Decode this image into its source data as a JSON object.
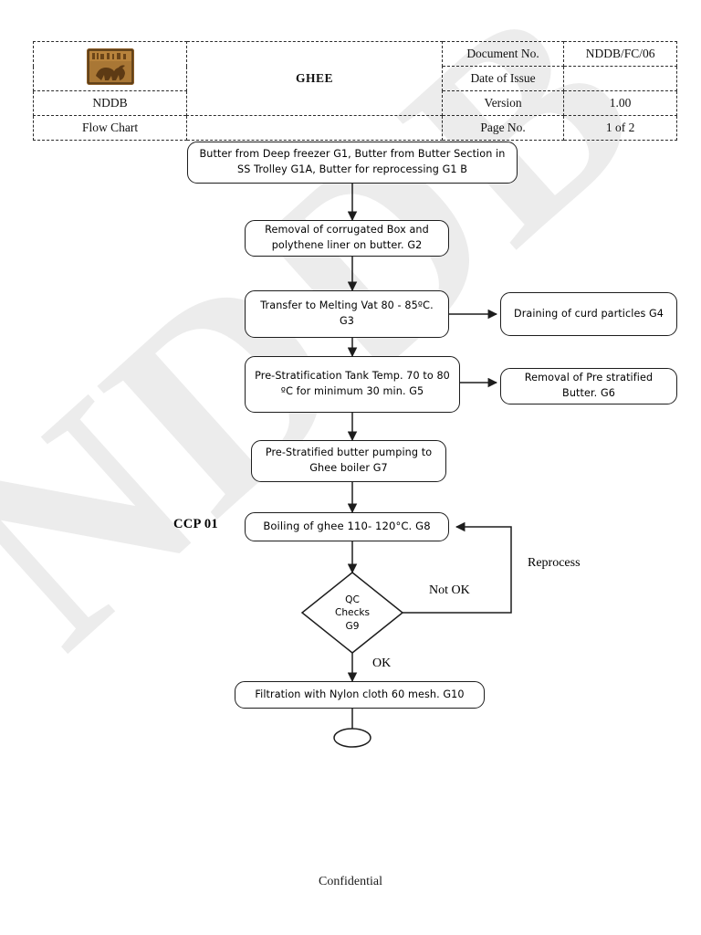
{
  "document": {
    "header": {
      "org_name": "NDDB",
      "doc_type": "Flow Chart",
      "title": "GHEE",
      "logo_icon": "nddb-seal-logo",
      "meta": [
        {
          "label": "Document No.",
          "value": "NDDB/FC/06"
        },
        {
          "label": "Date of Issue",
          "value": ""
        },
        {
          "label": "Version",
          "value": "1.00"
        },
        {
          "label": "Page No.",
          "value": "1 of 2"
        }
      ]
    },
    "watermark": "NDDB",
    "footer": "Confidential"
  },
  "flowchart": {
    "nodes": {
      "g1": "Butter from Deep freezer G1, Butter from Butter Section in SS Trolley G1A, Butter for reprocessing G1 B",
      "g2": "Removal of corrugated Box and polythene liner on butter. G2",
      "g3": "Transfer to Melting Vat 80 - 85ºC.  G3",
      "g4": "Draining of curd particles G4",
      "g5": "Pre-Stratification Tank Temp. 70 to 80 ºC for minimum 30 min. G5",
      "g6": "Removal of Pre stratified Butter. G6",
      "g7": "Pre-Stratified butter pumping to Ghee boiler G7",
      "g8": "Boiling of ghee 110- 120°C. G8",
      "g9": "QC\nChecks\nG9",
      "g10": "Filtration with Nylon cloth 60 mesh. G10"
    },
    "labels": {
      "ccp": "CCP 01",
      "not_ok": "Not OK",
      "ok": "OK",
      "reprocess": "Reprocess"
    },
    "colors": {
      "stroke": "#1d1d1d",
      "fill": "#ffffff",
      "watermark": "#ececec"
    }
  }
}
